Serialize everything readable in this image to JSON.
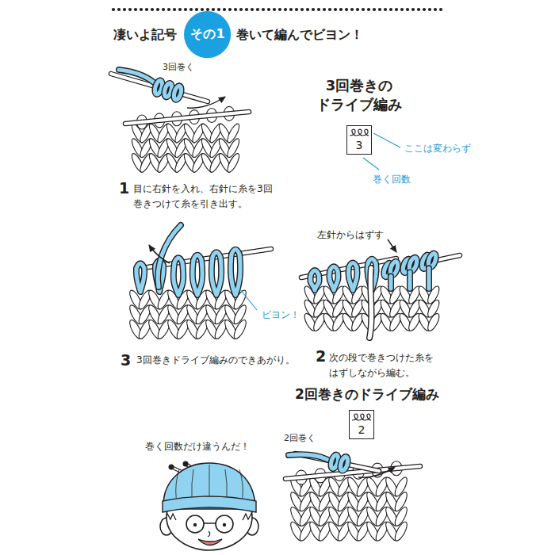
{
  "diagram": {
    "title": "凄いよ記号",
    "nodes": [
      {
        "text": [
          "その1"
        ]
      },
      {
        "text": [
          "3"
        ]
      },
      {
        "text": [
          "2"
        ]
      }
    ],
    "labels": [
      "巻いて編んでビヨン！",
      "3回巻く",
      "3回巻きの ドライブ編み",
      "ここは変わらず",
      "巻く回数",
      "1",
      "目に右針を入れ、右針に糸を3回 巻きつけて糸を引き出す。",
      "左針からはずす",
      "ビヨン！",
      "3",
      "3回巻きドライブ編みのできあがり。",
      "2",
      "次の段で巻きつけた糸を はずしながら編む。",
      "2回巻きのドライブ編み",
      "2回巻く",
      "巻く回数だけ違うんだ！"
    ]
  }
}
